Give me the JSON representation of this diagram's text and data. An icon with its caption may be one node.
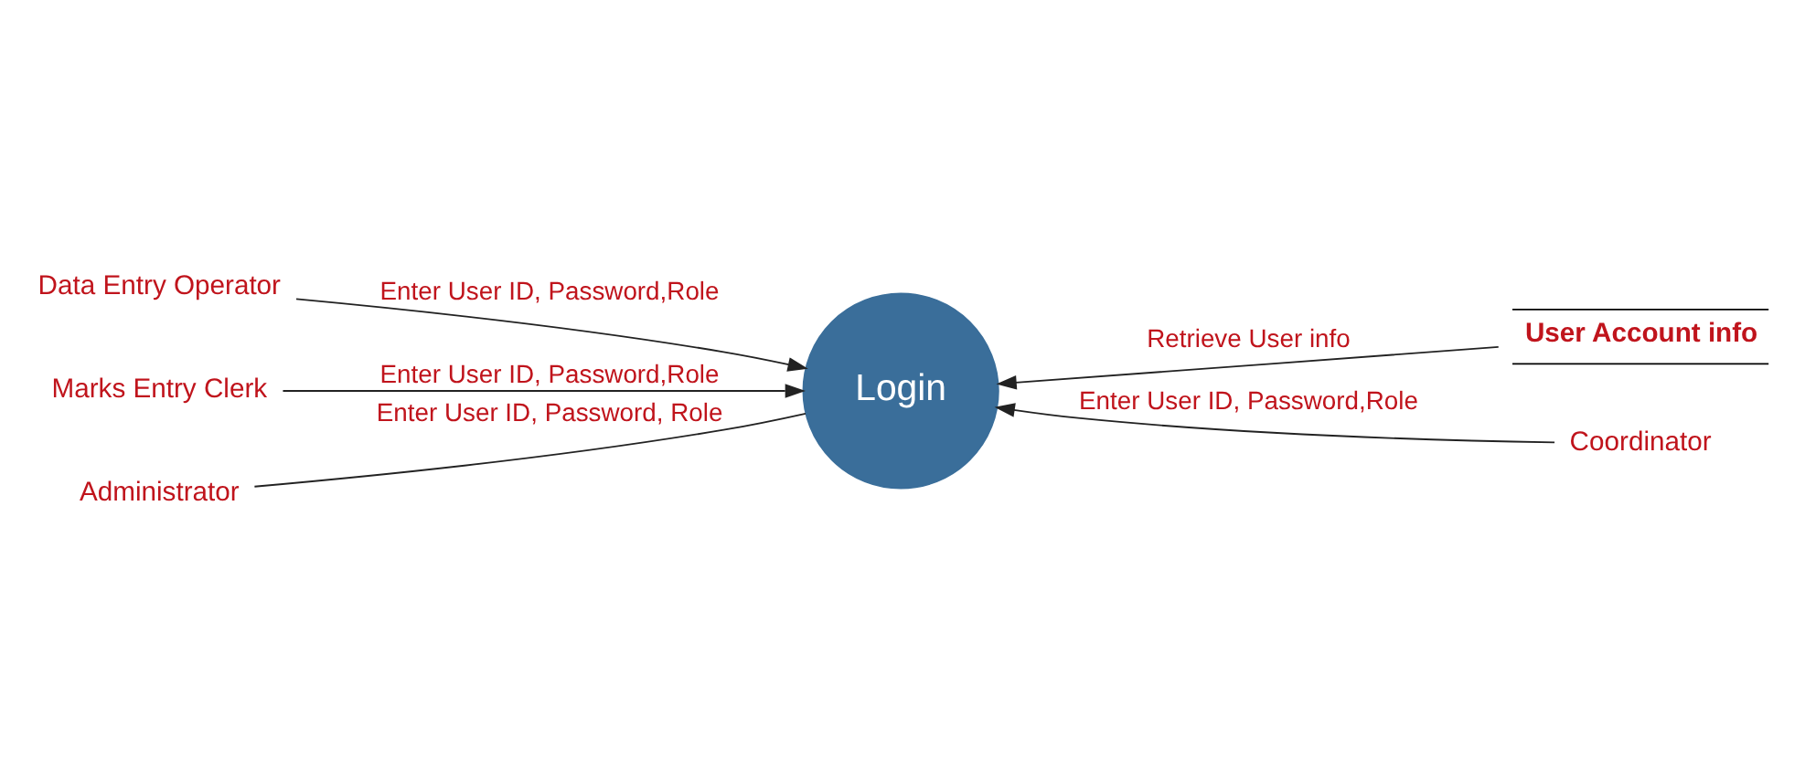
{
  "diagram": {
    "nodes": [
      {
        "text": [
          "Login"
        ]
      },
      {
        "text": [
          "User Account info"
        ]
      },
      {
        "text": [
          "Data Entry Operator"
        ]
      },
      {
        "text": [
          "Coordinator"
        ]
      },
      {
        "text": [
          "Marks Entry Clerk"
        ]
      },
      {
        "text": [
          "Administrator"
        ]
      }
    ],
    "edges": [
      {
        "from": 1,
        "to": 0,
        "arrow": "to",
        "label": "Retrieve User info"
      },
      {
        "from": 2,
        "to": 0,
        "arrow": "to",
        "label": "Enter User ID, Password,Role"
      },
      {
        "from": 3,
        "to": 0,
        "arrow": "to",
        "label": "Enter User ID, Password,Role"
      },
      {
        "from": 4,
        "to": 0,
        "arrow": "to",
        "label": "Enter User ID, Password,Role"
      },
      {
        "from": 5,
        "to": 0,
        "arrow": "none",
        "label": "Enter User ID, Password, Role"
      }
    ]
  }
}
